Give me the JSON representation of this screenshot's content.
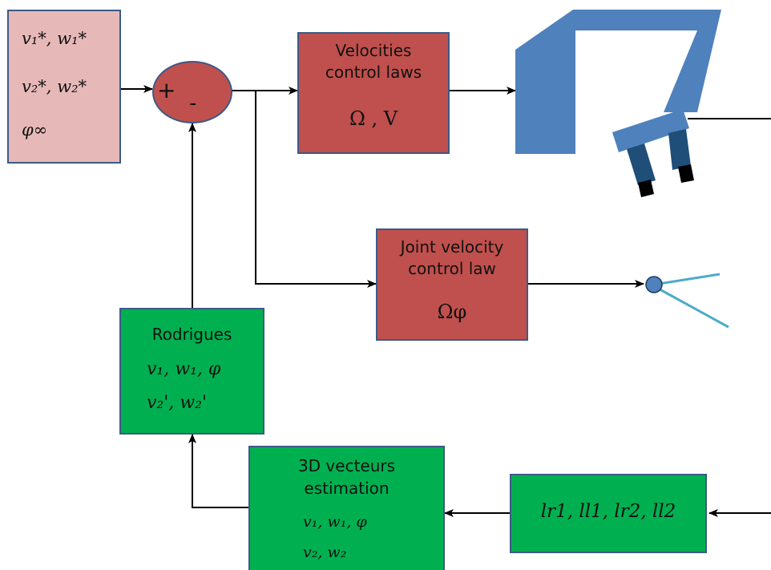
{
  "input_box": {
    "line1": "v₁*, w₁*",
    "line2": "v₂*, w₂*",
    "line3": "φ∞"
  },
  "comparator": {
    "plus": "+",
    "minus": "-"
  },
  "velocities_box": {
    "title_line1": "Velocities",
    "title_line2": "control laws",
    "formula": "Ω , V"
  },
  "joint_box": {
    "title_line1": "Joint velocity",
    "title_line2": "control law",
    "formula": "Ωφ"
  },
  "rodrigues_box": {
    "title": "Rodrigues",
    "line1": "v₁, w₁, φ",
    "line2": "v₂', w₂'"
  },
  "estimation_box": {
    "title_line1": "3D vecteurs",
    "title_line2": "estimation",
    "line1": "v₁, w₁, φ",
    "line2": "v₂, w₂"
  },
  "measures_box": {
    "formula": "lr1, ll1, lr2, ll2"
  },
  "colors": {
    "red_box": "#c0504d",
    "pink_box": "#e6b9b8",
    "green_box": "#00b050",
    "border": "#3c5a86",
    "robot": "#4f81bd",
    "gripper_jaw": "#1f4e79",
    "joint_line": "#4bacc6"
  },
  "icons": [
    "robot-arm-icon",
    "gripper-icon",
    "joint-icon"
  ]
}
